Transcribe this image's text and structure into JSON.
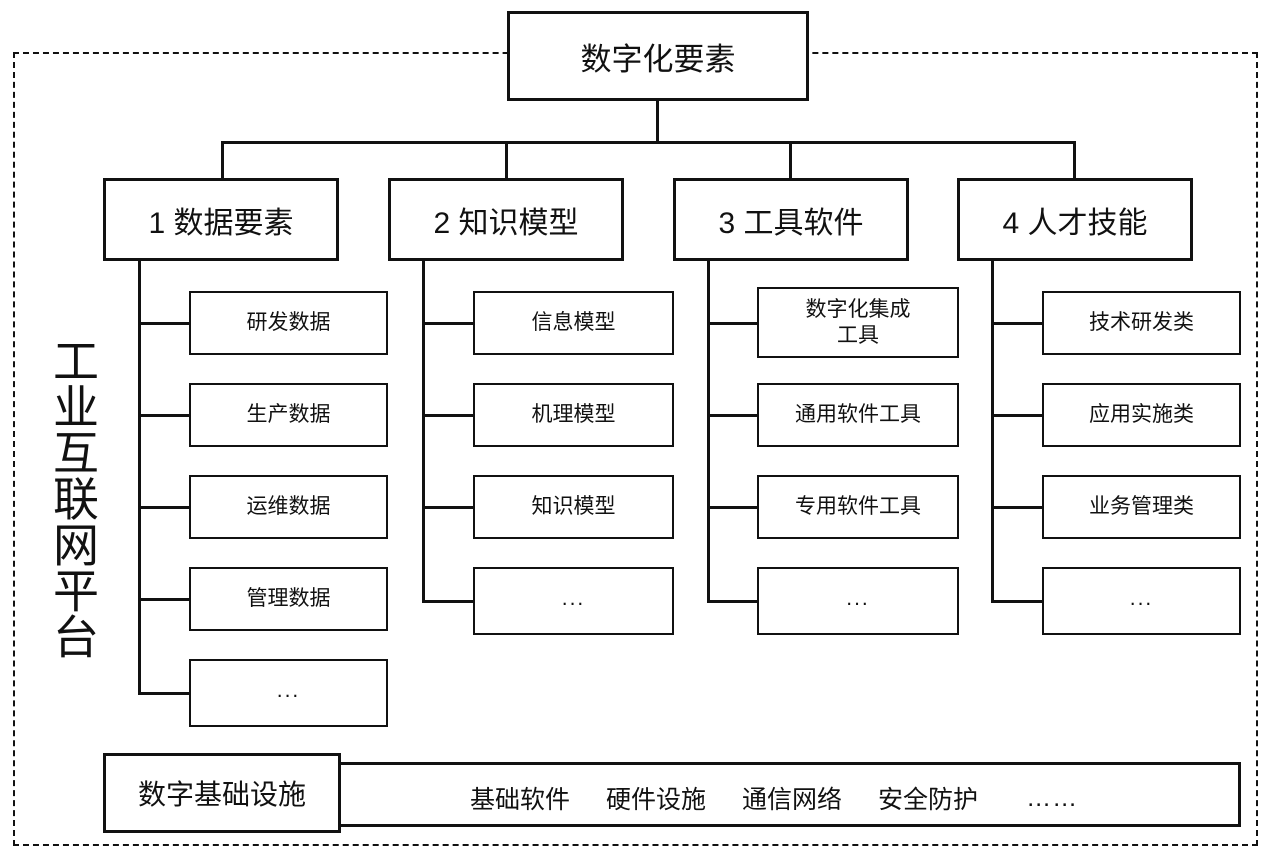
{
  "diagram": {
    "title": "数字化要素",
    "platform_label": "工业互联网平台",
    "columns": [
      {
        "heading": "1 数据要素",
        "children": [
          "研发数据",
          "生产数据",
          "运维数据",
          "管理数据",
          "..."
        ]
      },
      {
        "heading": "2 知识模型",
        "children": [
          "信息模型",
          "机理模型",
          "知识模型",
          "..."
        ]
      },
      {
        "heading": "3 工具软件",
        "children": [
          "数字化集成\n工具",
          "通用软件工具",
          "专用软件工具",
          "..."
        ]
      },
      {
        "heading": "4 人才技能",
        "children": [
          "技术研发类",
          "应用实施类",
          "业务管理类",
          "..."
        ]
      }
    ],
    "infrastructure": {
      "label": "数字基础设施",
      "items": [
        "基础软件",
        "硬件设施",
        "通信网络",
        "安全防护"
      ],
      "more": "……"
    },
    "colors": {
      "stroke": "#111111",
      "background": "#ffffff"
    }
  }
}
